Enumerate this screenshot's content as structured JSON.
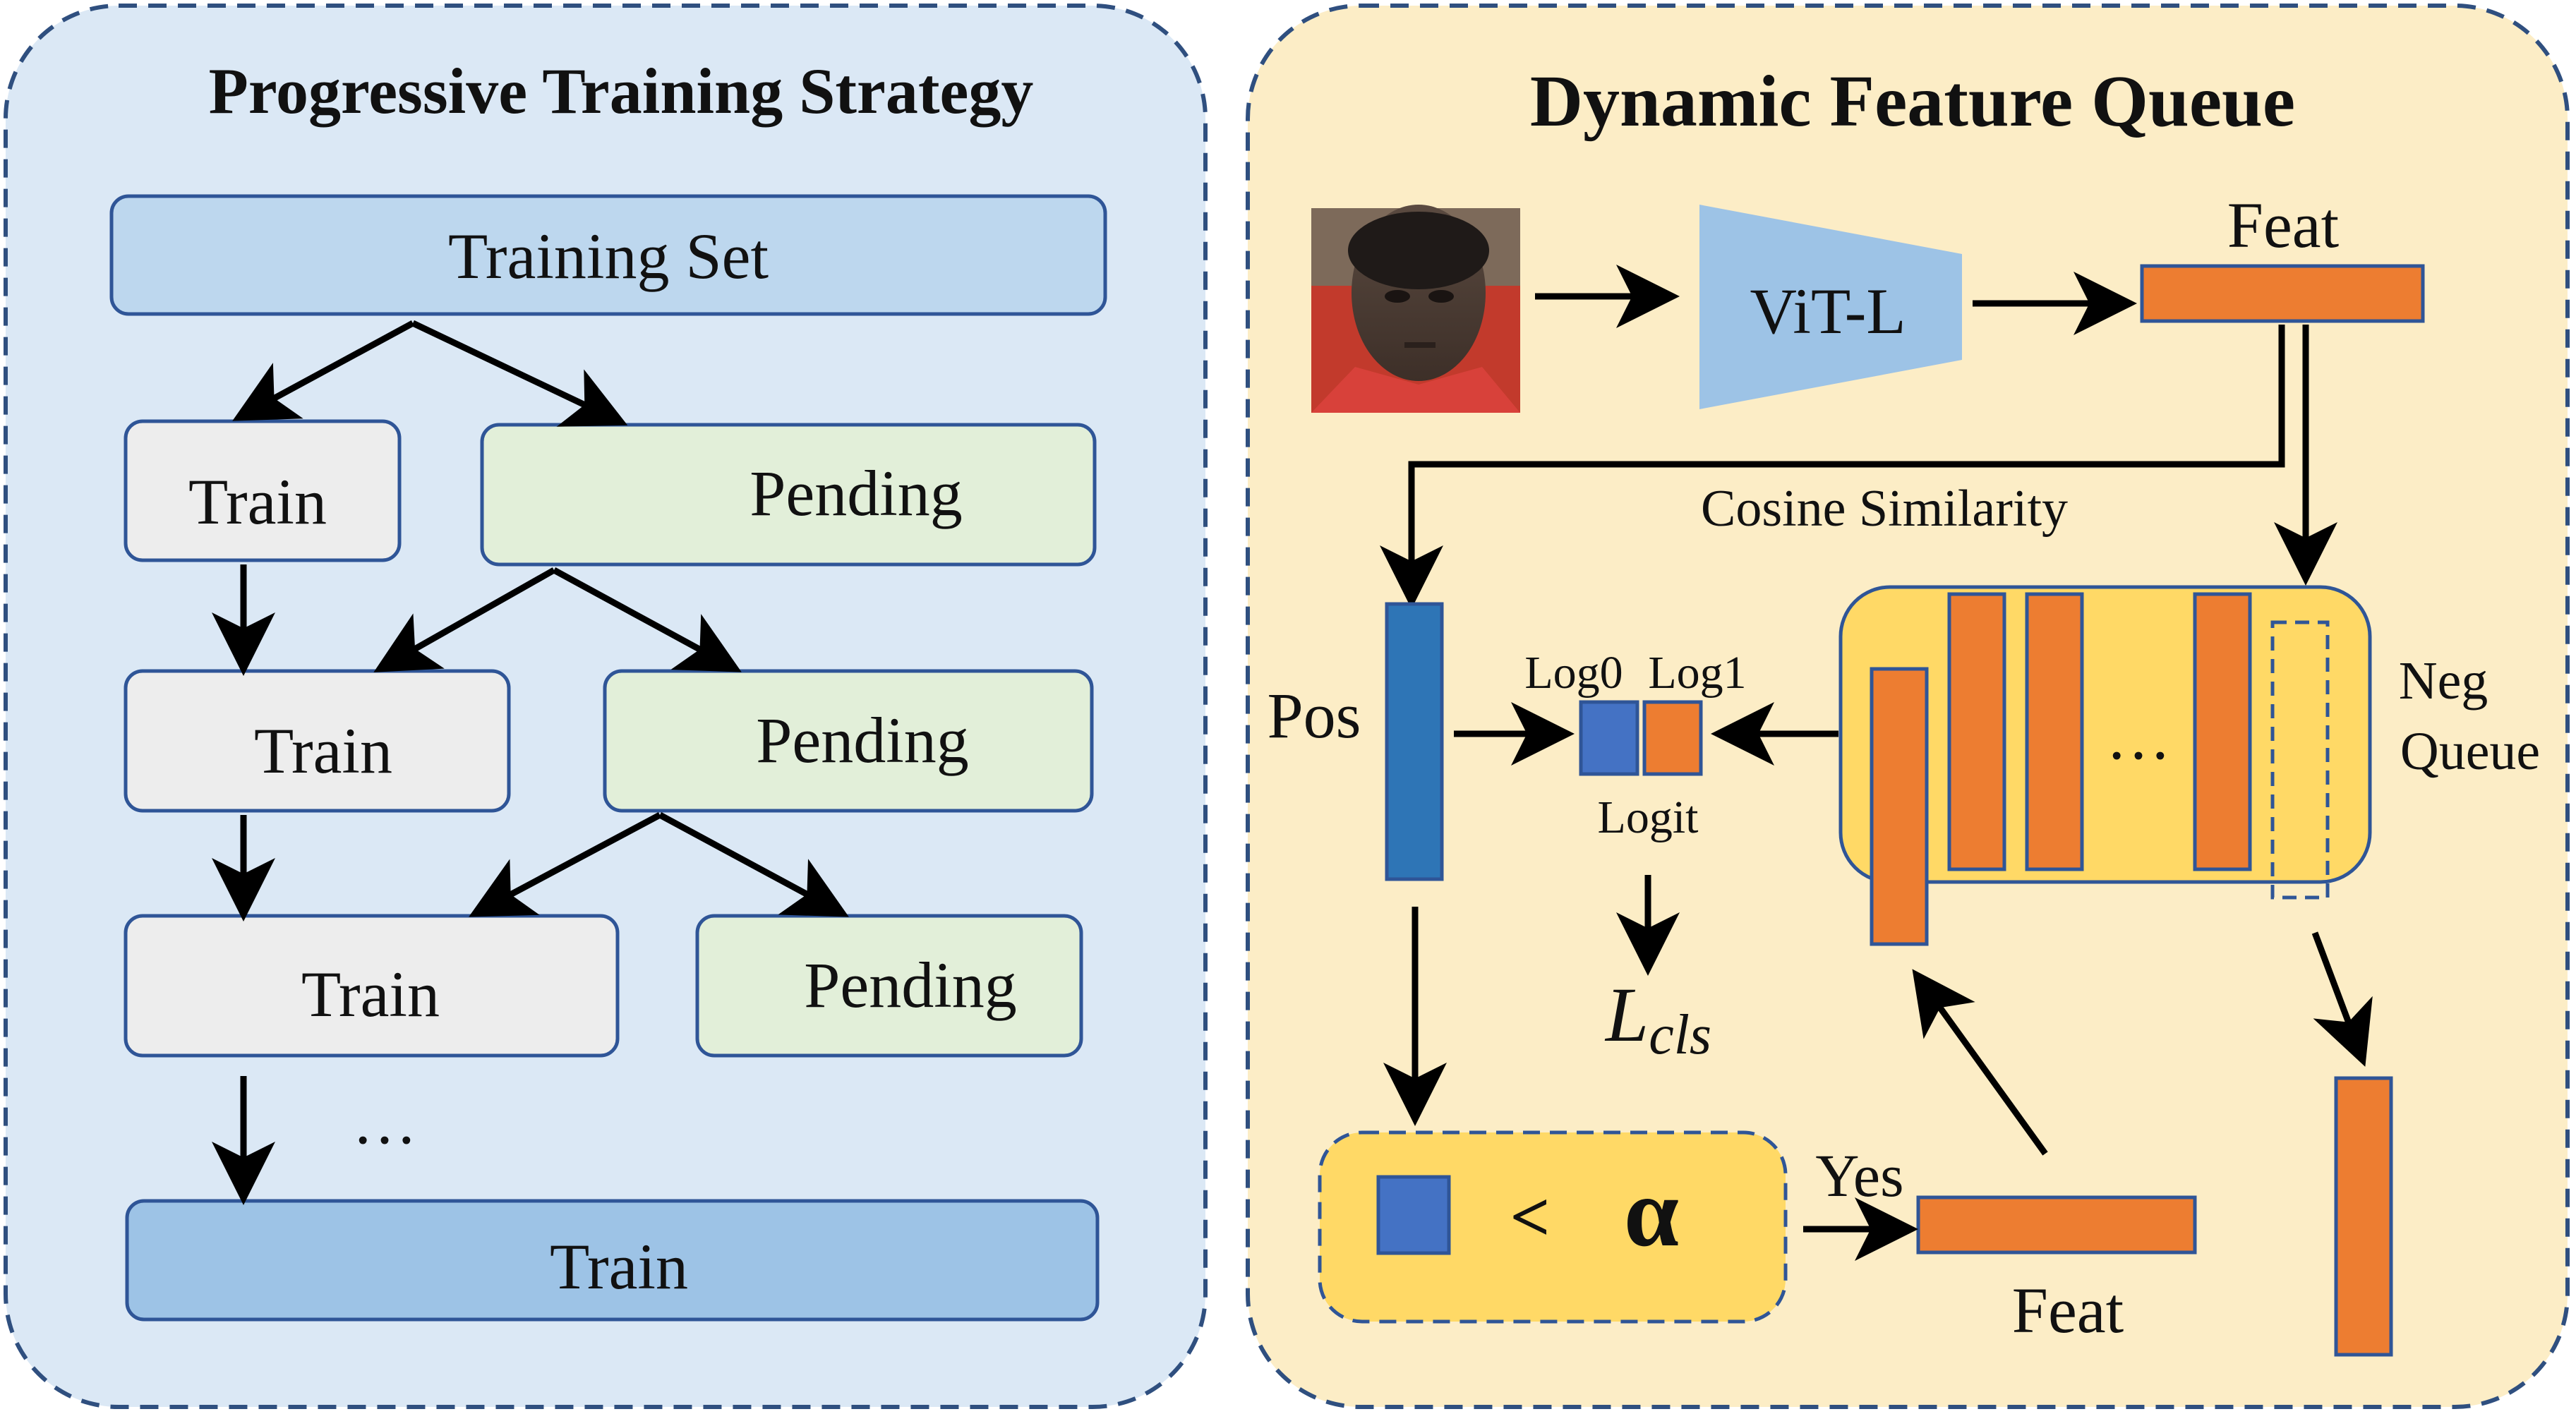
{
  "left_panel": {
    "title": "Progressive Training Strategy",
    "training_set": "Training Set",
    "train_label": "Train",
    "pending_label": "Pending",
    "ellipsis": "…",
    "final_train": "Train"
  },
  "right_panel": {
    "title": "Dynamic Feature Queue",
    "encoder": "ViT-L",
    "feat_top": "Feat",
    "cosine": "Cosine Similarity",
    "pos": "Pos",
    "log0": "Log0",
    "log1": "Log1",
    "logit": "Logit",
    "loss_main": "L",
    "loss_sub": "cls",
    "neg": "Neg",
    "queue": "Queue",
    "queue_ellipsis": "…",
    "less_than": "<",
    "alpha": "α",
    "yes": "Yes",
    "feat_bottom": "Feat"
  },
  "colors": {
    "left_bg": "#dbe8f5",
    "right_bg": "#fcedc6",
    "panel_border": "#2f4f7f",
    "training_set_fill": "#bdd7ee",
    "train_fill": "#ededed",
    "pending_fill": "#e2efd9",
    "final_train_fill": "#9dc3e6",
    "box_border": "#2f5597",
    "orange": "#ed7d31",
    "blue": "#4472c4",
    "pos_blue": "#2e75b6",
    "vit": "#9dc3e6",
    "queue_fill": "#ffd966",
    "threshold_fill": "#ffd966"
  },
  "icons": {
    "face_photo": "face-photo-icon"
  }
}
